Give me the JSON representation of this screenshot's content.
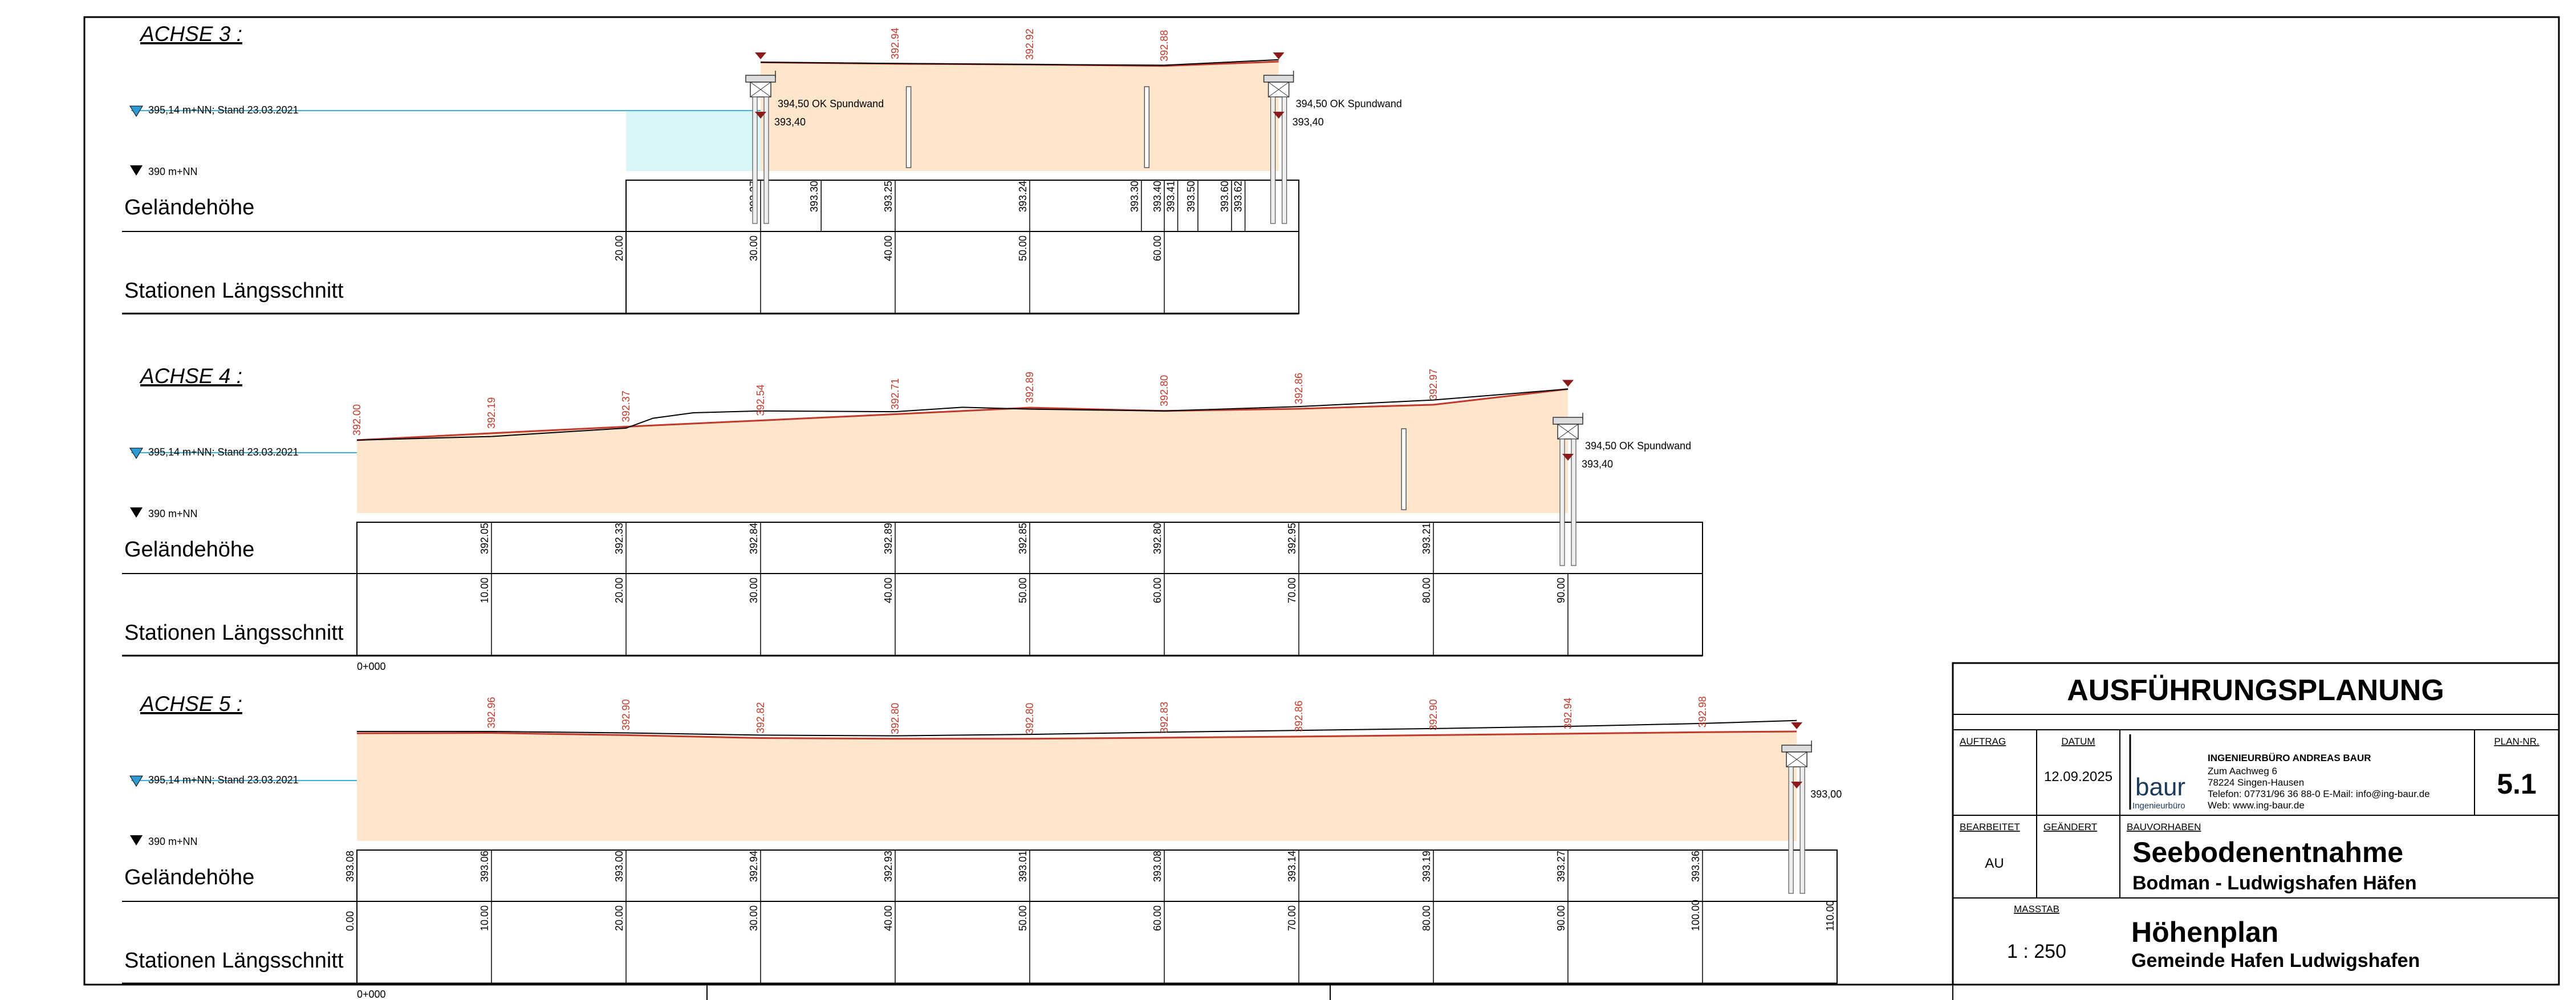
{
  "water_label": "395,14 m+NN; Stand 23.03.2021",
  "base_label": "390 m+NN",
  "row_labels": {
    "terrain": "Geländehöhe",
    "stations": "Stationen Längsschnitt"
  },
  "origin_label": "0+000",
  "sections": [
    {
      "title": "ACHSE 3 :",
      "left_wall_labels": [
        "394,50 OK Spundwand",
        "393,40"
      ],
      "right_wall_labels": [
        "394,50 OK Spundwand",
        "393,40"
      ],
      "design_heights": [
        {
          "station": 40,
          "value": "392.94"
        },
        {
          "station": 50,
          "value": "392.92"
        },
        {
          "station": 60,
          "value": "392.88"
        }
      ],
      "terrain_heights": [
        {
          "station": 30,
          "value": "393.37"
        },
        {
          "station": 34.5,
          "value": "393.30"
        },
        {
          "station": 40,
          "value": "393.25"
        },
        {
          "station": 50,
          "value": "393.24"
        },
        {
          "station": 58.3,
          "value": "393.30"
        },
        {
          "station": 60,
          "value": "393.40"
        },
        {
          "station": 61,
          "value": "393.41"
        },
        {
          "station": 62.5,
          "value": "393.50"
        },
        {
          "station": 65,
          "value": "393.60"
        },
        {
          "station": 66,
          "value": "393.62"
        }
      ],
      "station_labels": [
        "20.00",
        "30.00",
        "40.00",
        "50.00",
        "60.00"
      ]
    },
    {
      "title": "ACHSE 4 :",
      "right_wall_labels": [
        "394,50 OK Spundwand",
        "393,40"
      ],
      "design_heights": [
        {
          "station": 0,
          "value": "392.00"
        },
        {
          "station": 10,
          "value": "392.19"
        },
        {
          "station": 20,
          "value": "392.37"
        },
        {
          "station": 30,
          "value": "392.54"
        },
        {
          "station": 40,
          "value": "392.71"
        },
        {
          "station": 50,
          "value": "392.89"
        },
        {
          "station": 60,
          "value": "392.80"
        },
        {
          "station": 70,
          "value": "392.86"
        },
        {
          "station": 80,
          "value": "392.97"
        }
      ],
      "terrain_heights": [
        {
          "station": 10,
          "value": "392.05"
        },
        {
          "station": 20,
          "value": "392.33"
        },
        {
          "station": 30,
          "value": "392.84"
        },
        {
          "station": 40,
          "value": "392.89"
        },
        {
          "station": 50,
          "value": "392.85"
        },
        {
          "station": 60,
          "value": "392.80"
        },
        {
          "station": 70,
          "value": "392.95"
        },
        {
          "station": 80,
          "value": "393.21"
        }
      ],
      "station_labels": [
        "10.00",
        "20.00",
        "30.00",
        "40.00",
        "50.00",
        "60.00",
        "70.00",
        "80.00",
        "90.00"
      ]
    },
    {
      "title": "ACHSE 5 :",
      "right_wall_labels": [
        "393,00"
      ],
      "design_heights": [
        {
          "station": 10,
          "value": "392.96"
        },
        {
          "station": 20,
          "value": "392.90"
        },
        {
          "station": 30,
          "value": "392.82"
        },
        {
          "station": 40,
          "value": "392.80"
        },
        {
          "station": 50,
          "value": "392.80"
        },
        {
          "station": 60,
          "value": "392.83"
        },
        {
          "station": 70,
          "value": "392.86"
        },
        {
          "station": 80,
          "value": "392.90"
        },
        {
          "station": 90,
          "value": "392.94"
        },
        {
          "station": 100,
          "value": "392.98"
        }
      ],
      "terrain_heights": [
        {
          "station": 0,
          "value": "393.08"
        },
        {
          "station": 10,
          "value": "393.06"
        },
        {
          "station": 20,
          "value": "393.00"
        },
        {
          "station": 30,
          "value": "392.94"
        },
        {
          "station": 40,
          "value": "392.93"
        },
        {
          "station": 50,
          "value": "393.01"
        },
        {
          "station": 60,
          "value": "393.08"
        },
        {
          "station": 70,
          "value": "393.14"
        },
        {
          "station": 80,
          "value": "393.19"
        },
        {
          "station": 90,
          "value": "393.27"
        },
        {
          "station": 100,
          "value": "393.36"
        }
      ],
      "station_labels": [
        "0.00",
        "10.00",
        "20.00",
        "30.00",
        "40.00",
        "50.00",
        "60.00",
        "70.00",
        "80.00",
        "90.00",
        "100.00",
        "110.00"
      ]
    }
  ],
  "title_block": {
    "heading": "AUSFÜHRUNGSPLANUNG",
    "auftrag_label": "AUFTRAG",
    "datum_label": "DATUM",
    "datum_value": "12.09.2025",
    "office": {
      "name": "INGENIEURBÜRO ANDREAS BAUR",
      "street": "Zum Aachweg 6",
      "city": "78224 Singen-Hausen",
      "contact": "Telefon: 07731/96 36 88-0 E-Mail: info@ing-baur.de",
      "web": "Web: www.ing-baur.de",
      "logo_text": "baur",
      "logo_sub": "Ingenieurbüro"
    },
    "plan_nr_label": "PLAN-NR.",
    "plan_nr_value": "5.1",
    "bearbeitet_label": "BEARBEITET",
    "bearbeitet_value": "AU",
    "geaendert_label": "GEÄNDERT",
    "bauvorhaben_label": "BAUVORHABEN",
    "project_title": "Seebodenentnahme",
    "project_sub": "Bodman - Ludwigshafen Häfen",
    "massstab_label": "MASSTAB",
    "massstab_value": "1 : 250",
    "plan_title": "Höhenplan",
    "plan_sub": "Gemeinde Hafen Ludwigshafen"
  },
  "colors": {
    "water": "#d9f6fb",
    "water_line": "#38b4d8",
    "fill": "#fde6cc",
    "design_line": "#c0392b",
    "terrain_line": "#000000",
    "water_marker": "#2f9bd6"
  }
}
